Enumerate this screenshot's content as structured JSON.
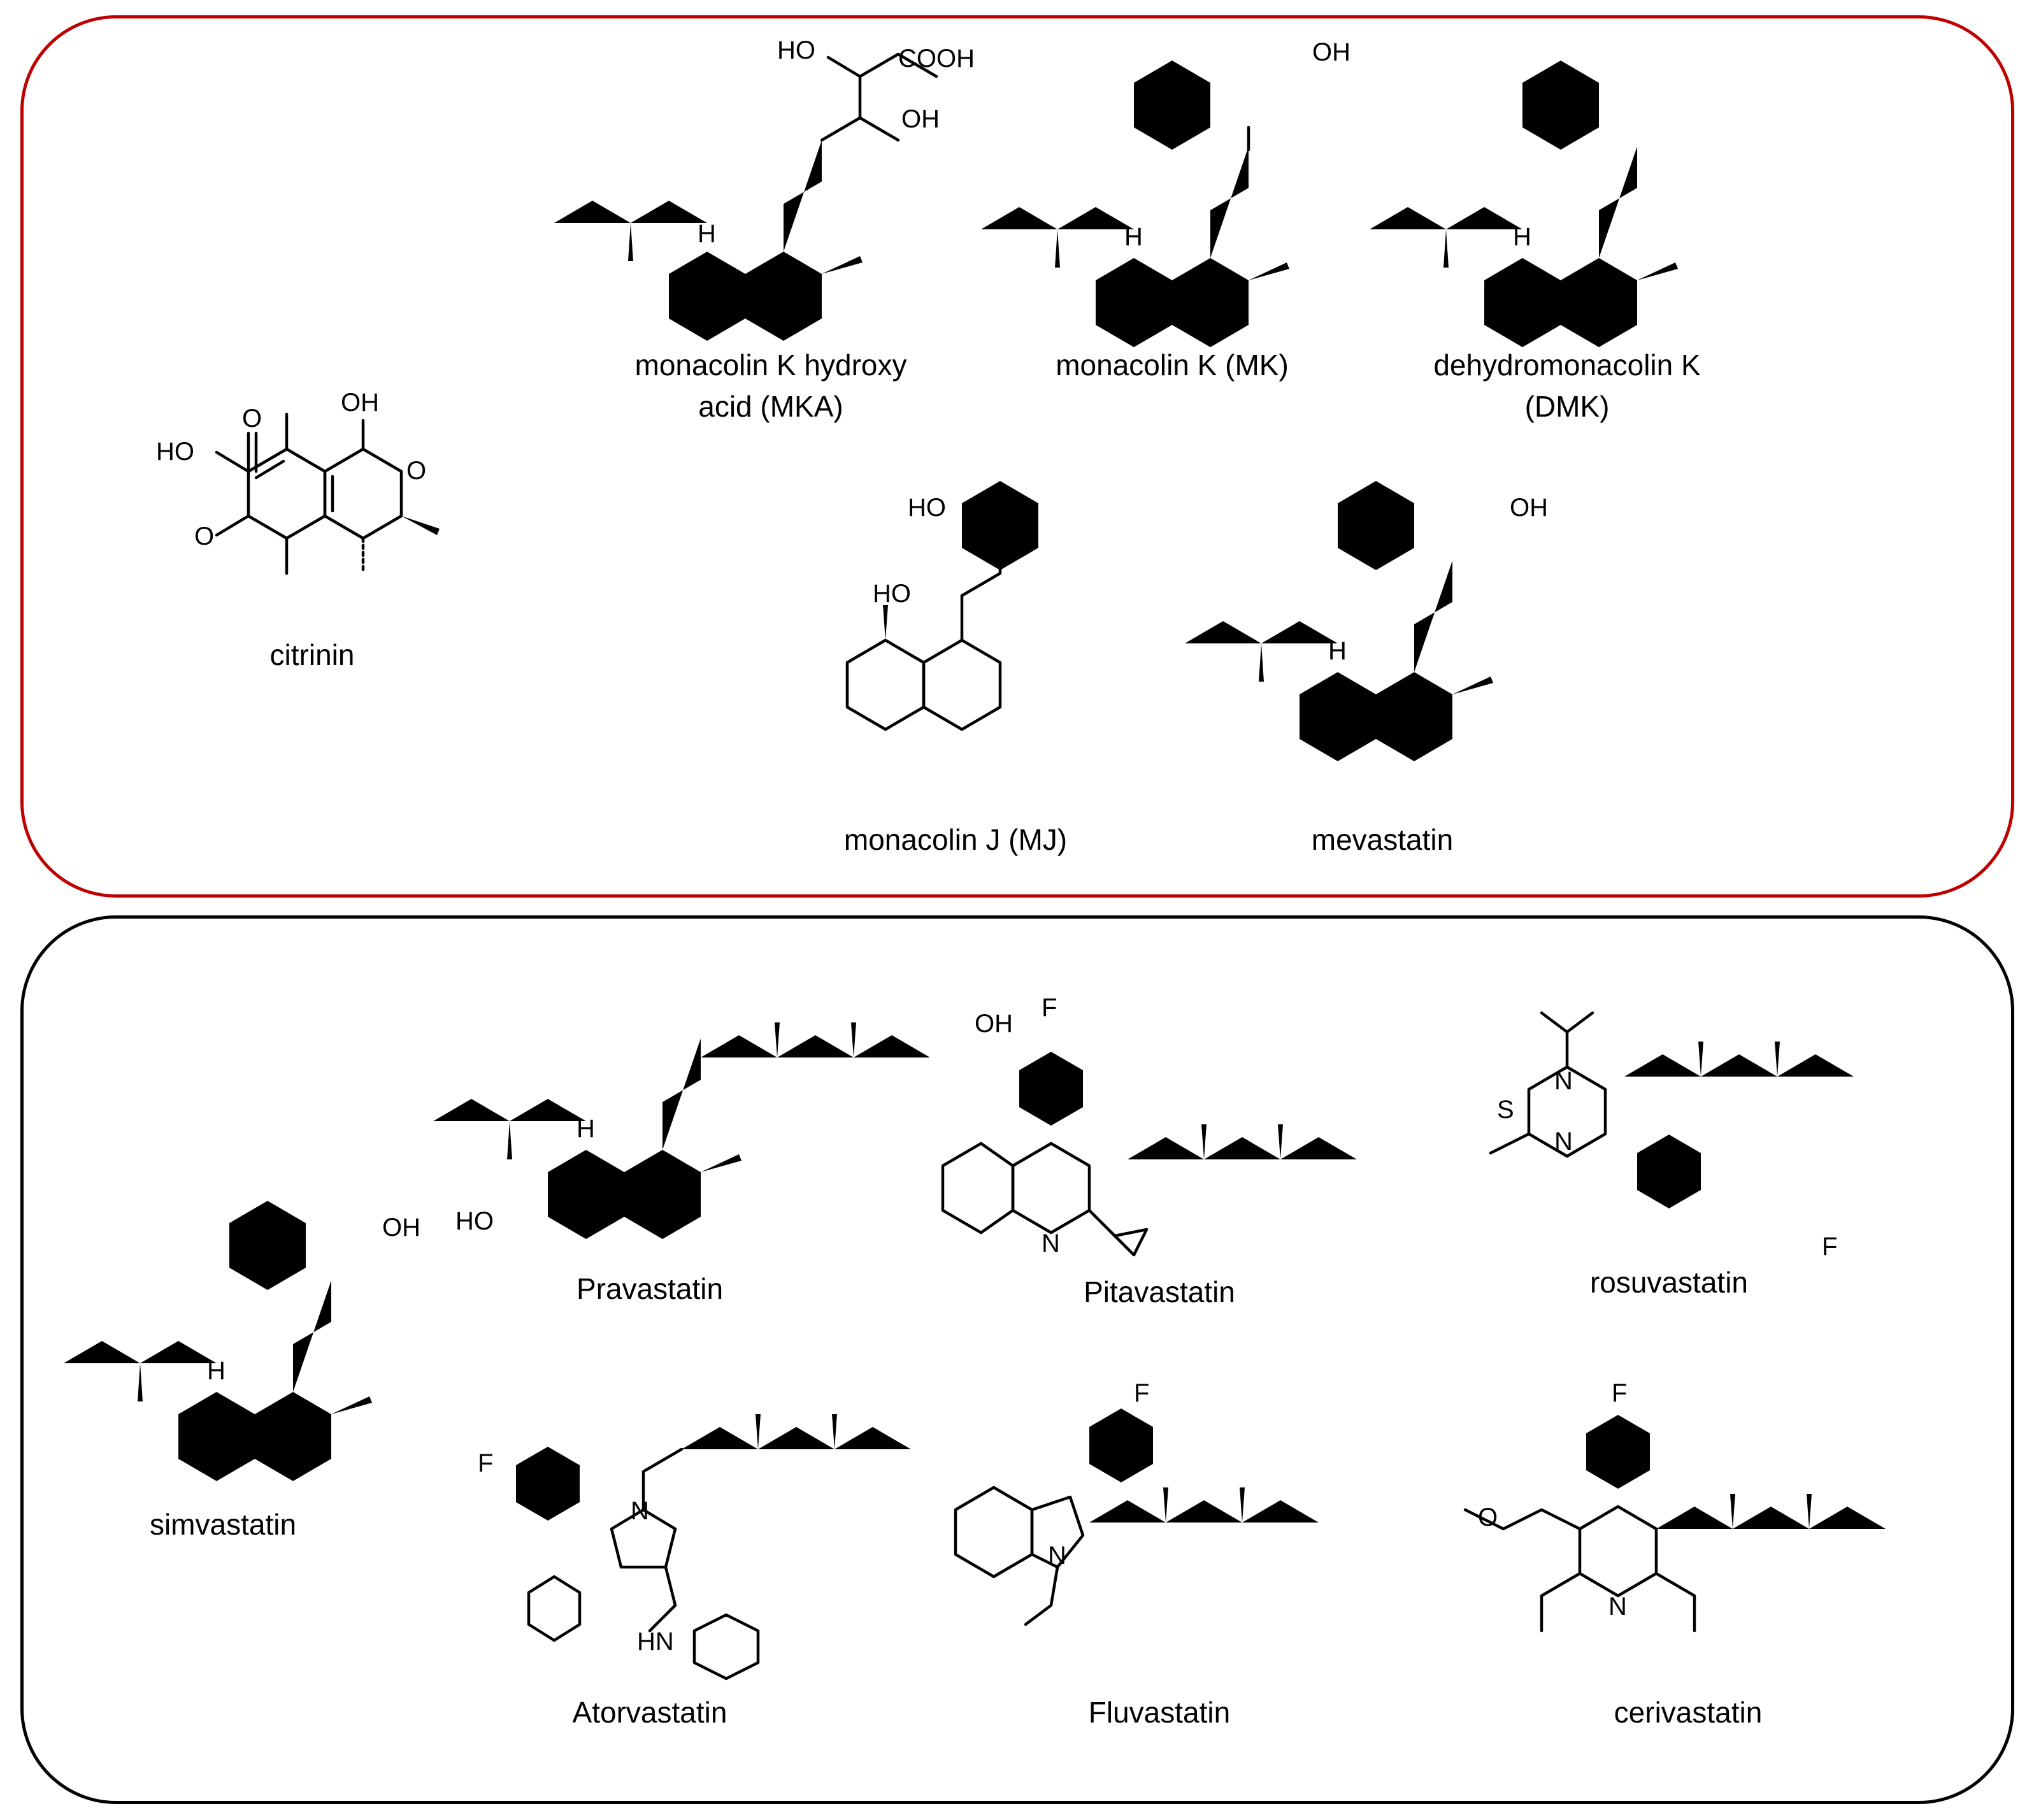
{
  "groups": {
    "natural": {
      "border_color": "#c00000"
    },
    "synthetic": {
      "border_color": "#000000"
    }
  },
  "compounds": {
    "citrinin": "citrinin",
    "mka_line1": "monacolin K hydroxy",
    "mka_line2": "acid (MKA)",
    "mk": "monacolin K (MK)",
    "dmk_line1": "dehydromonacolin K",
    "dmk_line2": "(DMK)",
    "mj": "monacolin J (MJ)",
    "mevastatin": "mevastatin",
    "simvastatin": "simvastatin",
    "pravastatin": "Pravastatin",
    "pitavastatin": "Pitavastatin",
    "rosuvastatin": "rosuvastatin",
    "atorvastatin": "Atorvastatin",
    "fluvastatin": "Fluvastatin",
    "cerivastatin": "cerivastatin"
  },
  "atoms": {
    "oh": "OH",
    "ho": "HO",
    "o": "O",
    "h": "H",
    "n": "N",
    "f": "F",
    "s": "S",
    "cooh": "COOH",
    "hn": "HN"
  }
}
